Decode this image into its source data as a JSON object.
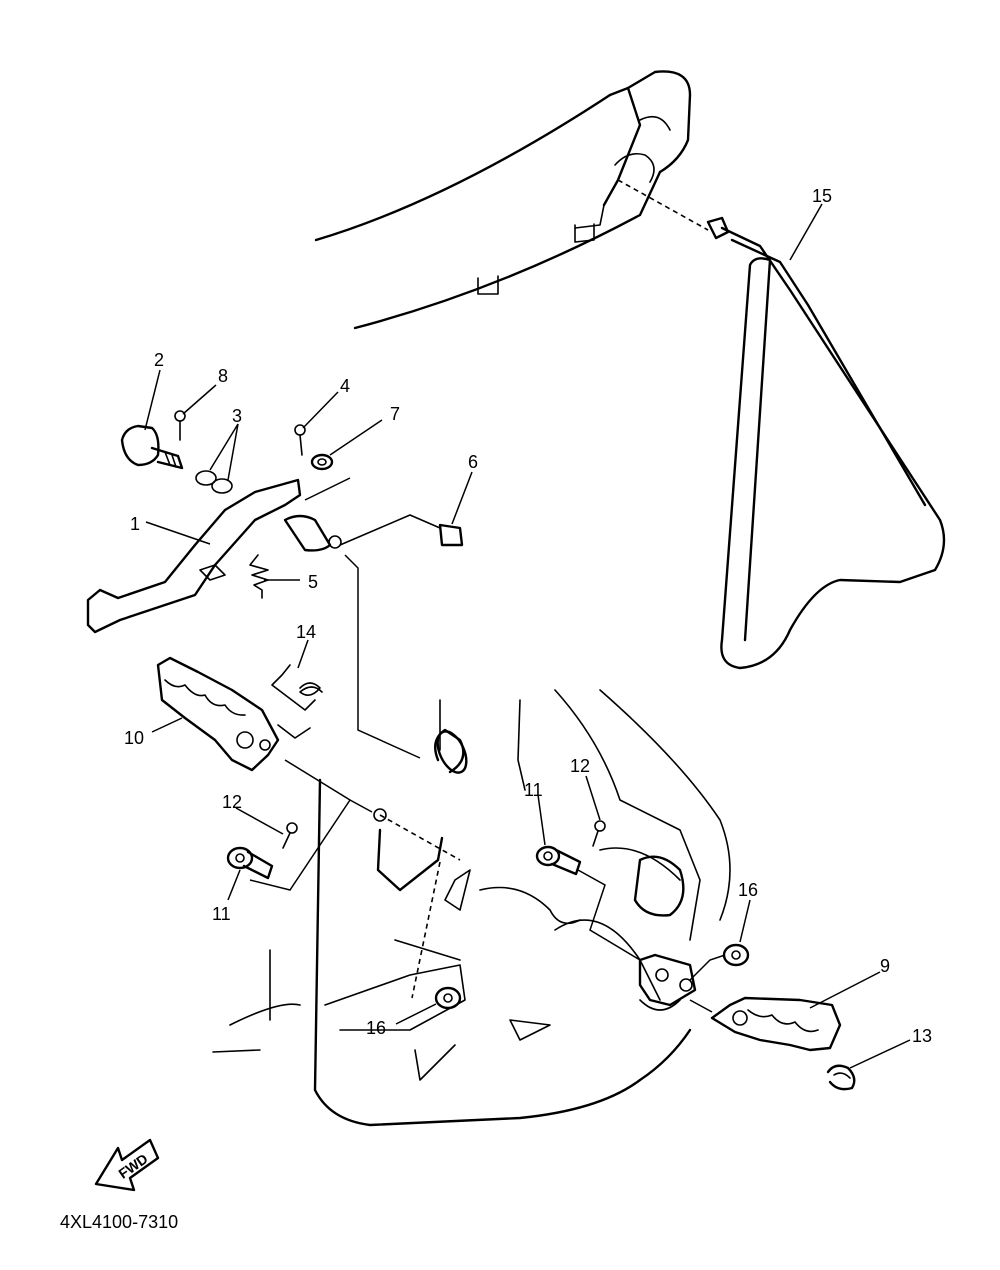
{
  "callouts": {
    "c1": "1",
    "c2": "2",
    "c3": "3",
    "c4": "4",
    "c5": "5",
    "c6": "6",
    "c7": "7",
    "c8": "8",
    "c9": "9",
    "c10": "10",
    "c11a": "11",
    "c11b": "11",
    "c12a": "12",
    "c12b": "12",
    "c13": "13",
    "c14": "14",
    "c15": "15",
    "c16a": "16",
    "c16b": "16"
  },
  "fwd_label": "FWD",
  "diagram_code": "4XL4100-7310"
}
